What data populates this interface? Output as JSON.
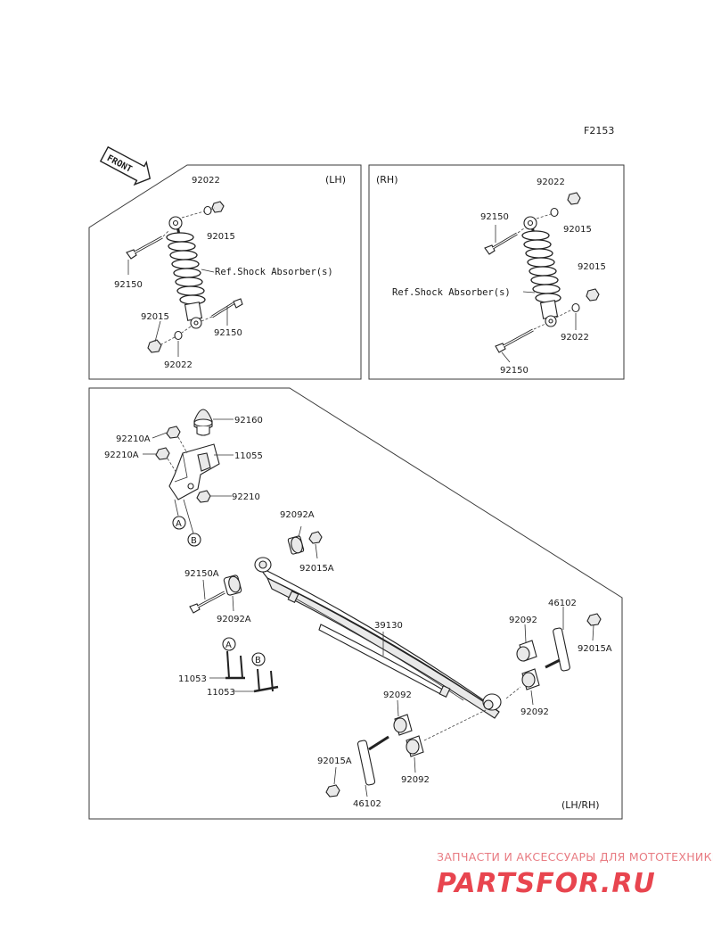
{
  "figure_code": "F2153",
  "front_marker": "FRONT",
  "panels": {
    "lh": {
      "label": "(LH)"
    },
    "rh": {
      "label": "(RH)"
    },
    "main": {
      "label": "(LH/RH)"
    }
  },
  "labels": {
    "lh_92022_top": "92022",
    "lh_92015_top": "92015",
    "lh_92150_left": "92150",
    "lh_ref": "Ref.Shock Absorber(s)",
    "lh_92015_bot": "92015",
    "lh_92150_bot": "92150",
    "lh_92022_bot": "92022",
    "rh_92022_top": "92022",
    "rh_92150_top": "92150",
    "rh_92015_top": "92015",
    "rh_92015_mid": "92015",
    "rh_ref": "Ref.Shock Absorber(s)",
    "rh_92022_bot": "92022",
    "rh_92150_bot": "92150",
    "m_92160": "92160",
    "m_92210A_1": "92210A",
    "m_92210A_2": "92210A",
    "m_11055": "11055",
    "m_92210": "92210",
    "m_callout_a1": "A",
    "m_callout_b1": "B",
    "m_92092A_top": "92092A",
    "m_92015A_top": "92015A",
    "m_92150A": "92150A",
    "m_92092A_bot": "92092A",
    "m_39130": "39130",
    "m_46102_right": "46102",
    "m_92092_r1": "92092",
    "m_92015A_right": "92015A",
    "m_92092_r2": "92092",
    "m_callout_a2": "A",
    "m_callout_b2": "B",
    "m_11053_1": "11053",
    "m_11053_2": "11053",
    "m_92092_c1": "92092",
    "m_92092_c2": "92092",
    "m_92015A_bot": "92015A",
    "m_46102_bot": "46102"
  },
  "watermark": {
    "tagline": "ЗАПЧАСТИ И АКСЕССУАРЫ ДЛЯ МОТОТЕХНИКИ",
    "logo": "PARTSFOR.RU",
    "color": "#e8454f"
  }
}
